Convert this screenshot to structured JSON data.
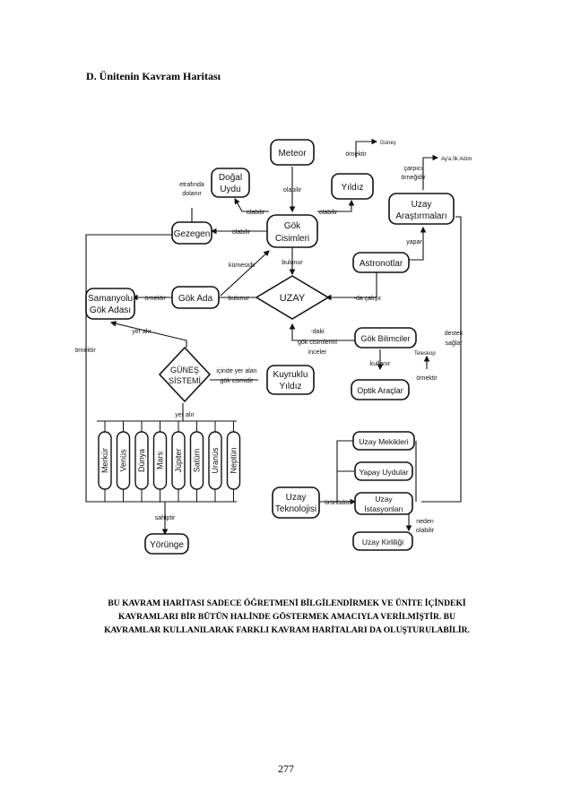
{
  "heading": "D. Ünitenin Kavram Haritası",
  "nodes": {
    "meteor": "Meteor",
    "dogal_uydu_1": "Doğal",
    "dogal_uydu_2": "Uydu",
    "yildiz": "Yıldız",
    "uzay_arastirmalari_1": "Uzay",
    "uzay_arastirmalari_2": "Araştırmaları",
    "gezegen": "Gezegen",
    "gok_cisimleri_1": "Gök",
    "gok_cisimleri_2": "Cisimleri",
    "astronotlar": "Astronotlar",
    "samanyolu_1": "Samanyolu",
    "samanyolu_2": "Gök Adası",
    "gok_ada": "Gök Ada",
    "uzay": "UZAY",
    "gunes_sistemi_1": "GÜNEŞ",
    "gunes_sistemi_2": "SİSTEMİ",
    "kuyruklu_yildiz_1": "Kuyruklu",
    "kuyruklu_yildiz_2": "Yıldız",
    "gok_bilimciler": "Gök Bilimciler",
    "optik_araclar": "Optik Araçlar",
    "teleskop": "Teleskop",
    "gunes": "Güneş",
    "ayailk": "Ay'a İlk Adım",
    "yorunge": "Yörünge",
    "uzay_teknolojisi_1": "Uzay",
    "uzay_teknolojisi_2": "Teknolojisi",
    "uzay_mekikleri": "Uzay Mekikleri",
    "yapay_uydular": "Yapay Uydular",
    "uzay_istasyonlari_1": "Uzay",
    "uzay_istasyonlari_2": "İstasyonları",
    "uzay_kirliligi": "Uzay Kirliliği"
  },
  "planets": [
    "Merkür",
    "Venüs",
    "Dünya",
    "Mars",
    "Jüpiter",
    "Satürn",
    "Uranüs",
    "Neptün"
  ],
  "links": {
    "etrafinda_1": "etrafında",
    "etrafinda_2": "dolanır",
    "olabilir_meteor": "olabilir",
    "olabilir_uydu": "olabilir",
    "olabilir_yildiz": "olabilir",
    "olabilir_gezegen": "olabilir",
    "ornektir_gunes": "örnektir",
    "carpici_1": "çarpıcı",
    "carpici_2": "örneğidir",
    "kumesidir": "kümesidir",
    "bulunur_1": "bulunur",
    "bulunur_2": "bulunur",
    "ornektir_samanyolu": "örnektir",
    "yapar": "yapar",
    "da_calisir": "-da çalışır",
    "daki_1": "-daki",
    "daki_2": "gök cisimlerini",
    "daki_3": "inceler",
    "yer_alir_1": "yer alır",
    "yer_alir_2": "yer alır",
    "icinde_1": "içinde yer alan",
    "icinde_2": "gök cismidir",
    "kullanir": "kullanır",
    "ornektir_teleskop": "örnektir",
    "destek_1": "destek",
    "destek_2": "sağlar",
    "ornektir_left": "örnektir",
    "sahiptir": "sahiptir",
    "urunudur": "ürünüdür",
    "neden_1": "neden",
    "neden_2": "olabilir"
  },
  "note_lines": [
    "BU KAVRAM HARİTASI SADECE ÖĞRETMENİ BİLGİLENDİRMEK VE ÜNİTE İÇİNDEKİ",
    "KAVRAMLARI BİR BÜTÜN HALİNDE GÖSTERMEK AMACIYLA VERİLMİŞTİR. BU",
    "KAVRAMLAR KULLANILARAK FARKLI KAVRAM HARİTALARI DA OLUŞTURULABİLİR."
  ],
  "page_number": "277"
}
